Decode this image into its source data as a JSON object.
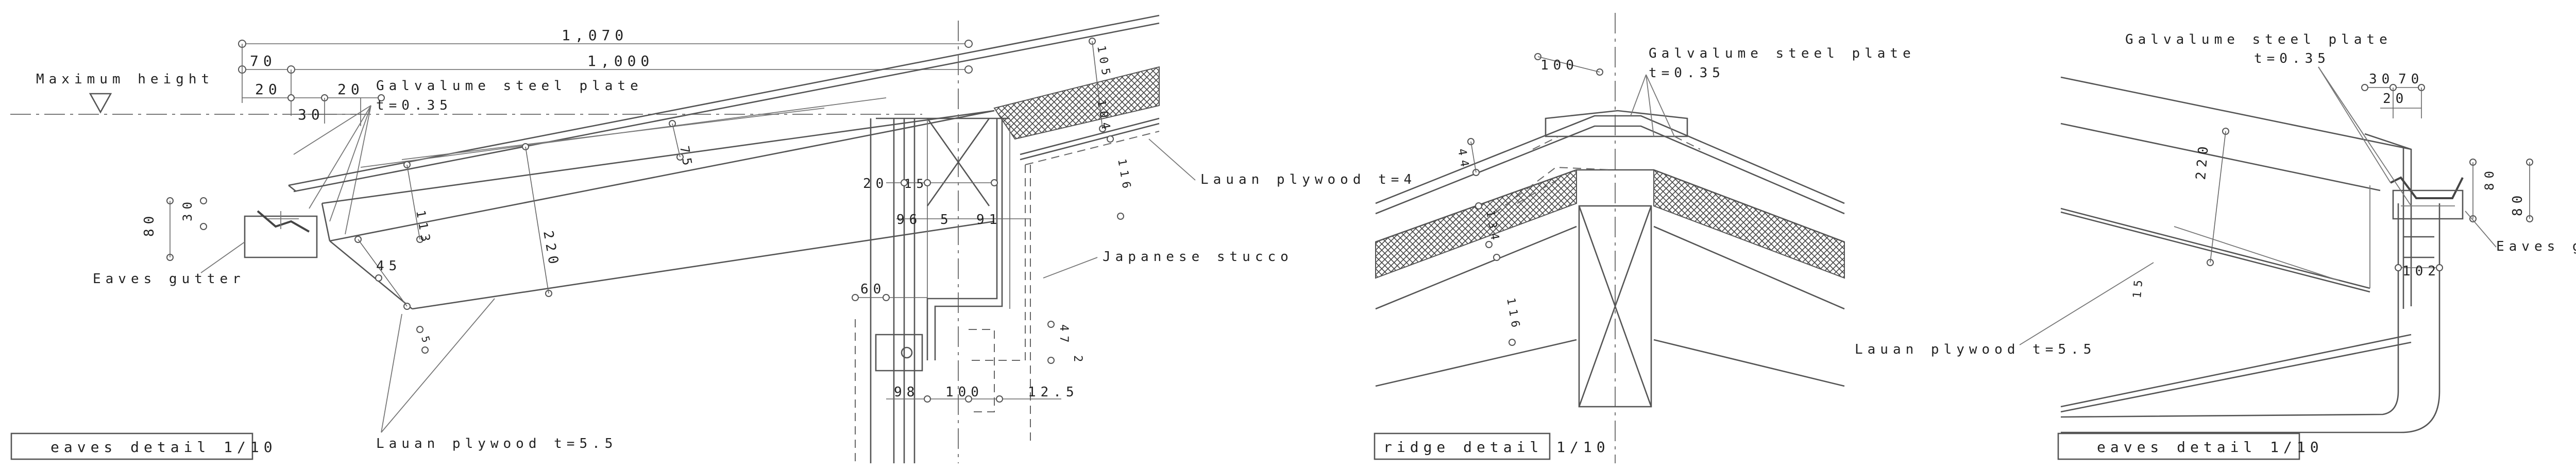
{
  "left": {
    "title_block": "eaves detail 1/10",
    "labels": {
      "max_height": "Maximum height",
      "galvalume": "Galvalume steel plate",
      "galvalume_thk": "t=0.35",
      "eaves_gutter": "Eaves gutter",
      "lauan_bottom": "Lauan plywood t=5.5",
      "lauan_top": "Lauan plywood t=4",
      "japanese_stucco": "Japanese stucco"
    },
    "dims": {
      "d1070": "1,070",
      "d70": "70",
      "d1000": "1,000",
      "d20a": "20",
      "d30": "30",
      "d20b": "20",
      "d80": "80",
      "d30b": "30",
      "d113": "113",
      "d220": "220",
      "d75": "75",
      "d45": "45",
      "d5": "5",
      "d20c": "20",
      "d15": "15",
      "d96": "96",
      "d5b": "5",
      "d91": "91",
      "d60": "60",
      "d98": "98",
      "d100": "100",
      "d125": "12.5",
      "d105": "105",
      "d116": "116",
      "d104": "104",
      "d47": "47",
      "d2": "2"
    }
  },
  "middle": {
    "title_block": "ridge detail 1/10",
    "labels": {
      "galvalume": "Galvalume steel plate",
      "galvalume_thk": "t=0.35"
    },
    "dims": {
      "d100": "100",
      "d44": "44",
      "d134": "134",
      "d116": "116"
    }
  },
  "right": {
    "title_block": "eaves detail 1/10",
    "labels": {
      "galvalume": "Galvalume steel plate",
      "galvalume_thk": "t=0.35",
      "eaves_gutter": "Eaves gutter",
      "lauan": "Lauan plywood t=5.5"
    },
    "dims": {
      "d30": "30",
      "d70": "70",
      "d20": "20",
      "d220": "220",
      "d15": "15",
      "d80": "80",
      "d80b": "80",
      "d102": "102"
    }
  }
}
